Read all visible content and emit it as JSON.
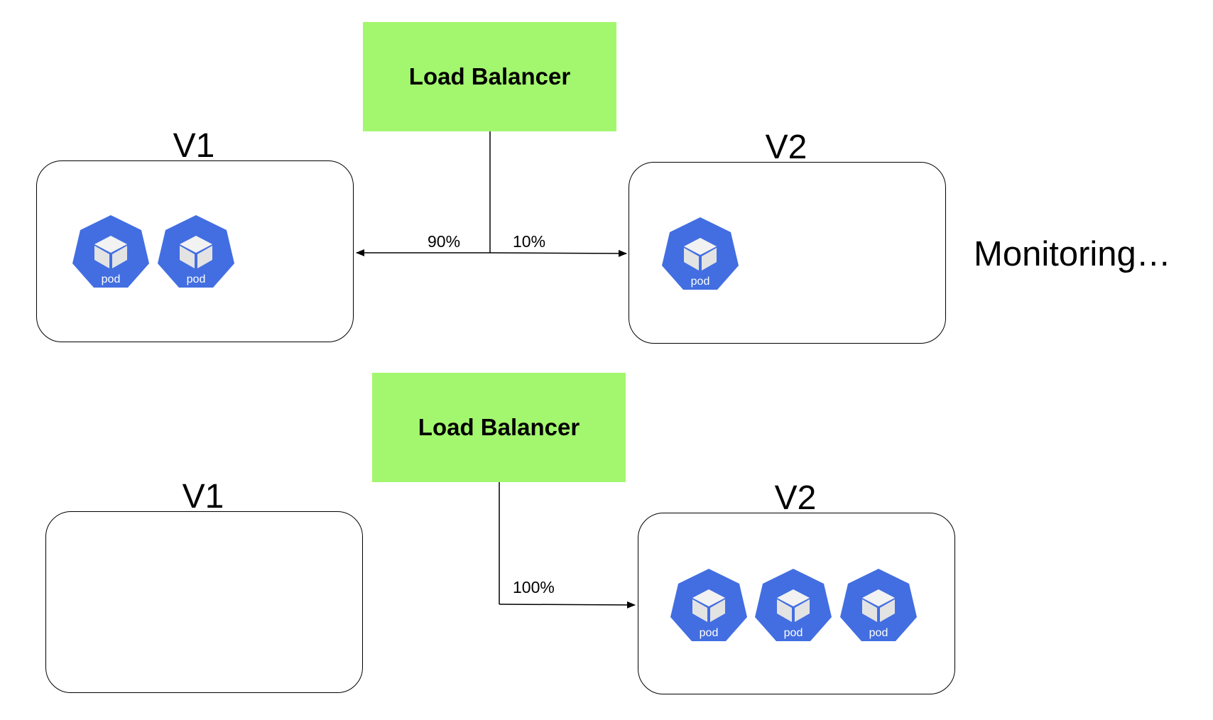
{
  "colors": {
    "load_balancer": "#a3f76e",
    "pod_fill": "#426ee1",
    "pod_cube": "#e6e6e6",
    "line": "#000000"
  },
  "icons": {
    "pod": "kubernetes-pod-icon"
  },
  "top": {
    "load_balancer": "Load Balancer",
    "v1_label": "V1",
    "v2_label": "V2",
    "v1_split": "90%",
    "v2_split": "10%",
    "status": "Monitoring…",
    "v1_pods": [
      "pod",
      "pod"
    ],
    "v2_pods": [
      "pod"
    ]
  },
  "bottom": {
    "load_balancer": "Load Balancer",
    "v1_label": "V1",
    "v2_label": "V2",
    "v2_split": "100%",
    "v1_pods": [],
    "v2_pods": [
      "pod",
      "pod",
      "pod"
    ]
  }
}
